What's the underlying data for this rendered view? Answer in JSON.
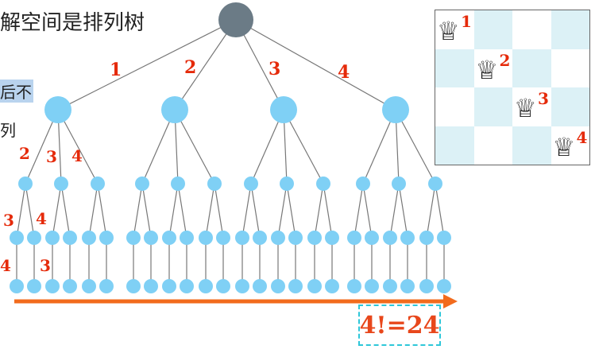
{
  "title": "解空间是排列树",
  "side_text": [
    "后不",
    "列"
  ],
  "tree": {
    "colors": {
      "root": "#6b7b86",
      "node": "#7fd0f5",
      "edge": "#777777",
      "arrow": "#f26b1d",
      "label": "#e52a0a"
    },
    "level1_edge_labels": [
      "1",
      "2",
      "3",
      "4"
    ],
    "level2_edge_labels": [
      "2",
      "3",
      "4"
    ],
    "level3_edge_labels": [
      "3",
      "4"
    ],
    "level4_edge_labels": [
      "4",
      "3"
    ]
  },
  "result": "4!=24",
  "board": {
    "size": 4,
    "queen_icon": "queen-icon",
    "queen_glyph": "♕",
    "queens": [
      {
        "row": 0,
        "col": 0,
        "label": "1"
      },
      {
        "row": 1,
        "col": 1,
        "label": "2"
      },
      {
        "row": 2,
        "col": 2,
        "label": "3"
      },
      {
        "row": 3,
        "col": 3,
        "label": "4"
      }
    ],
    "shade_color": "#dcf1f6"
  }
}
